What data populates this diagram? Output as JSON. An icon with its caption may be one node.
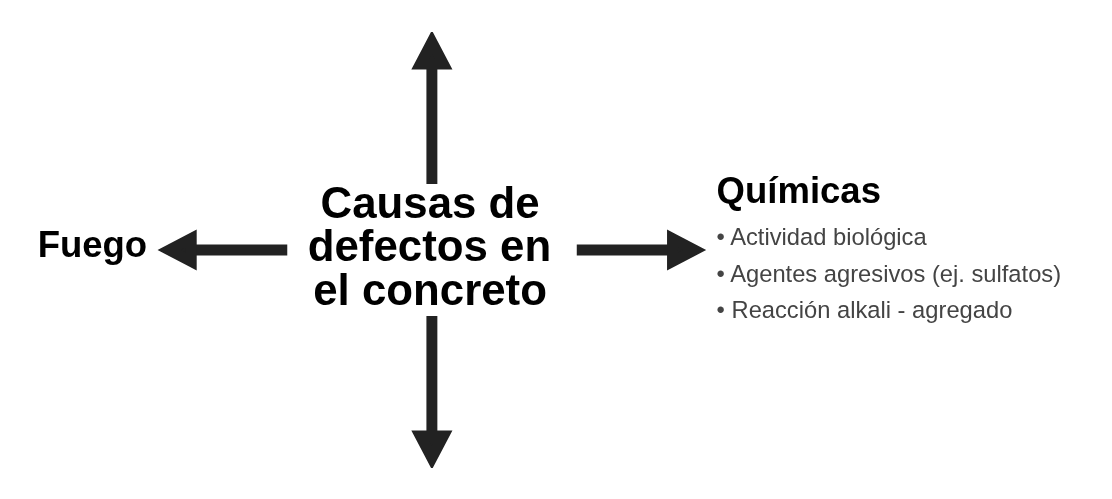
{
  "diagram": {
    "nodes": [
      {
        "text": [
          "Causas de defectos en el concreto"
        ]
      },
      {
        "text": [
          "Fuego"
        ]
      },
      {
        "text": [
          "Químicas",
          "• Actividad biológica",
          "• Agentes agresivos (ej. sulfatos)",
          "• Reacción alkali - agregado"
        ]
      }
    ],
    "edges": [
      {
        "from": 0,
        "to": null,
        "arrow": "to"
      },
      {
        "from": 0,
        "to": 1,
        "arrow": "to"
      },
      {
        "from": 0,
        "to": 2,
        "arrow": "to"
      },
      {
        "from": 0,
        "to": null,
        "arrow": "to"
      }
    ]
  }
}
